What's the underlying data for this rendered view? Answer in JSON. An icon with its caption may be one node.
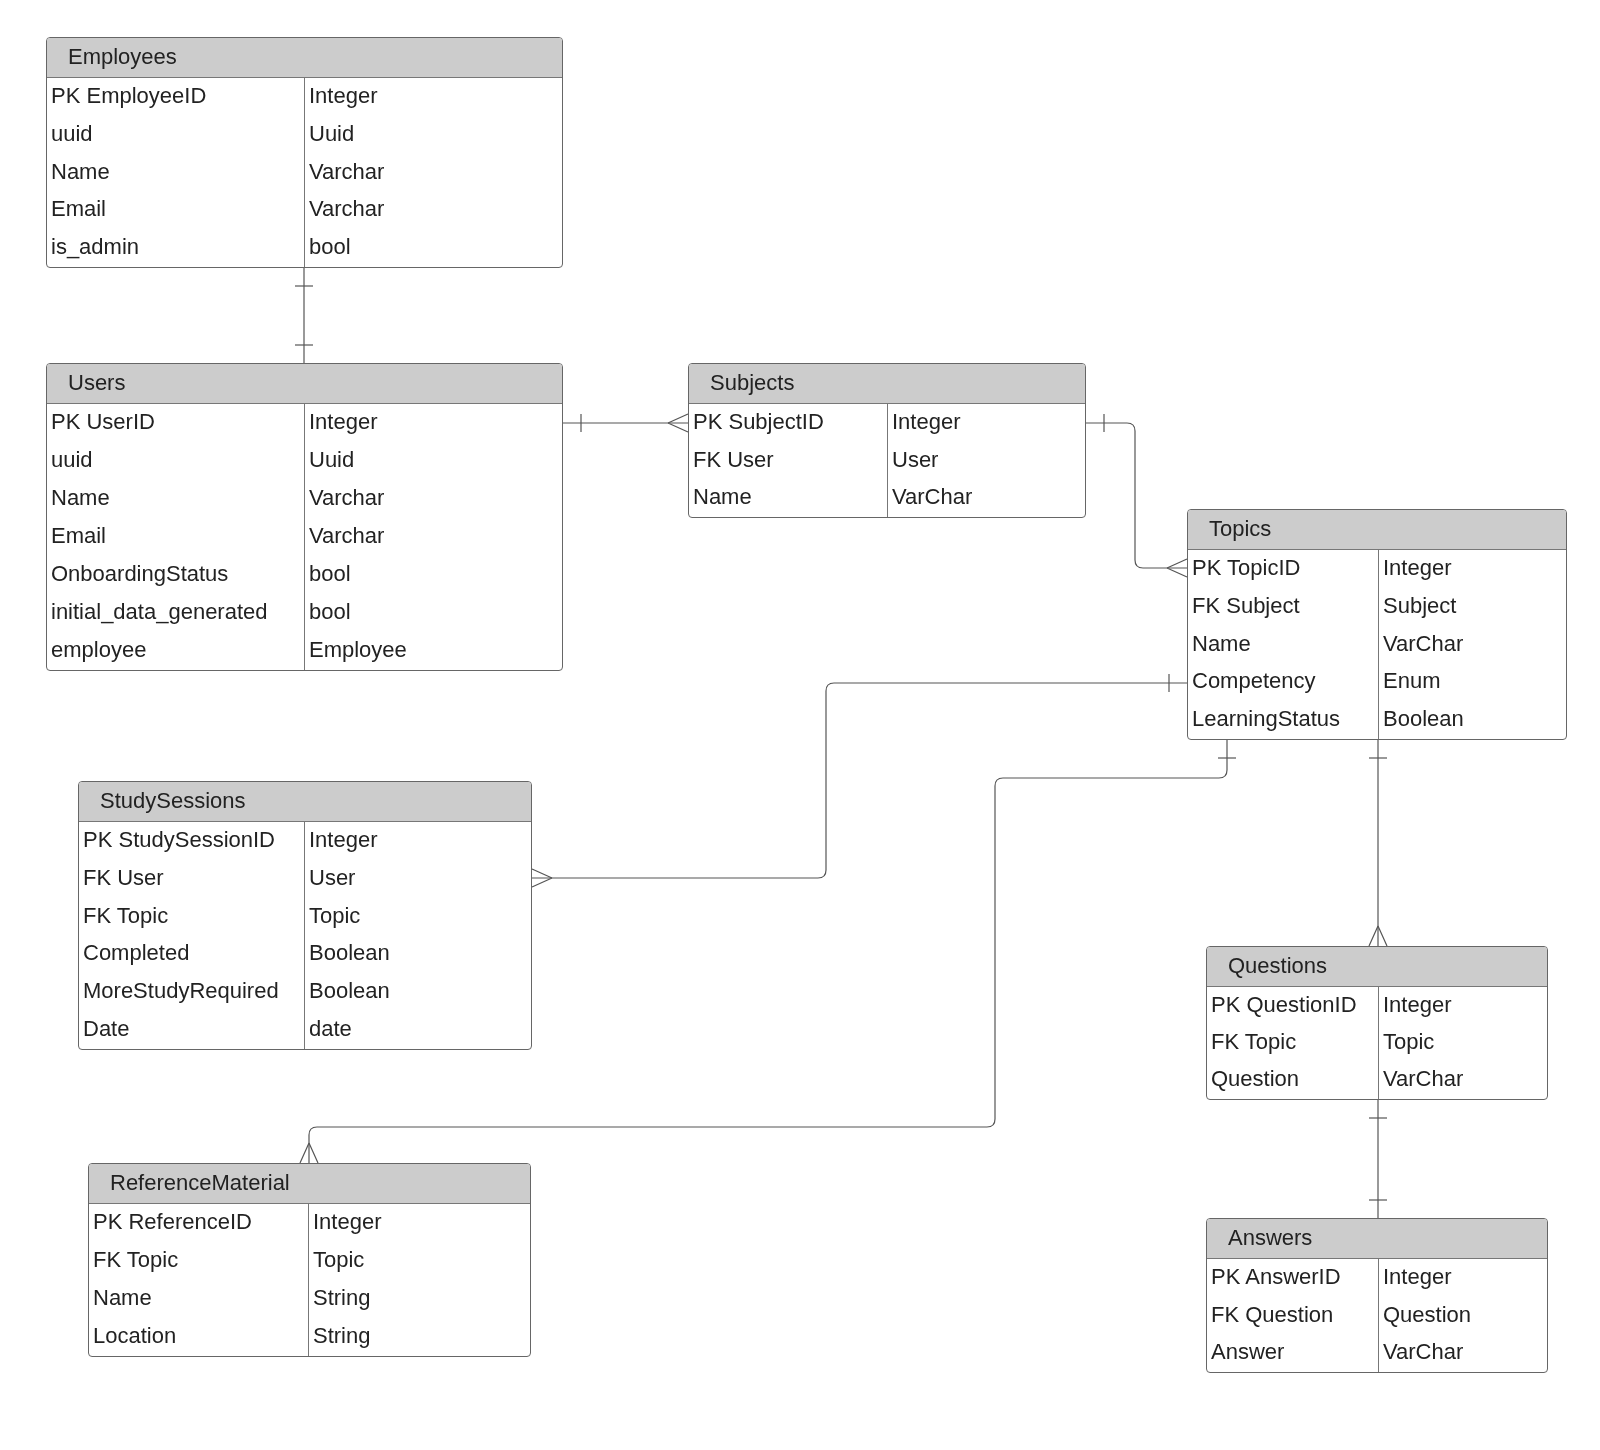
{
  "diagram": {
    "nodes": [
      {
        "text": [
          "Employees",
          "PK EmployeeID",
          "Integer",
          "uuid",
          "Uuid",
          "Name",
          "Varchar",
          "Email",
          "Varchar",
          "is_admin",
          "bool"
        ]
      },
      {
        "text": [
          "Users",
          "PK UserID",
          "Integer",
          "uuid",
          "Uuid",
          "Name",
          "Varchar",
          "Email",
          "Varchar",
          "OnboardingStatus",
          "bool",
          "initial_data_generated",
          "bool",
          "employee",
          "Employee"
        ]
      },
      {
        "text": [
          "Subjects",
          "PK SubjectID",
          "Integer",
          "FK User",
          "User",
          "Name",
          "VarChar"
        ]
      },
      {
        "text": [
          "Topics",
          "PK TopicID",
          "Integer",
          "FK Subject",
          "Subject",
          "Name",
          "VarChar",
          "Competency",
          "Enum",
          "LearningStatus",
          "Boolean"
        ]
      },
      {
        "text": [
          "StudySessions",
          "PK StudySessionID",
          "Integer",
          "FK User",
          "User",
          "FK Topic",
          "Topic",
          "Completed",
          "Boolean",
          "MoreStudyRequired",
          "Boolean",
          "Date",
          "date"
        ]
      },
      {
        "text": [
          "ReferenceMaterial",
          "PK ReferenceID",
          "Integer",
          "FK Topic",
          "Topic",
          "Name",
          "String",
          "Location",
          "String"
        ]
      },
      {
        "text": [
          "Questions",
          "PK QuestionID",
          "Integer",
          "FK Topic",
          "Topic",
          "Question",
          "VarChar"
        ]
      },
      {
        "text": [
          "Answers",
          "PK AnswerID",
          "Integer",
          "FK Question",
          "Question",
          "Answer",
          "VarChar"
        ]
      }
    ],
    "edges": [
      {
        "from": 0,
        "to": 1,
        "arrow": "other"
      },
      {
        "from": 1,
        "to": 2,
        "arrow": "other"
      },
      {
        "from": 2,
        "to": 3,
        "arrow": "other"
      },
      {
        "from": 3,
        "to": 4,
        "arrow": "other"
      },
      {
        "from": 3,
        "to": 5,
        "arrow": "other"
      },
      {
        "from": 3,
        "to": 6,
        "arrow": "other"
      },
      {
        "from": 6,
        "to": 7,
        "arrow": "other"
      }
    ]
  }
}
